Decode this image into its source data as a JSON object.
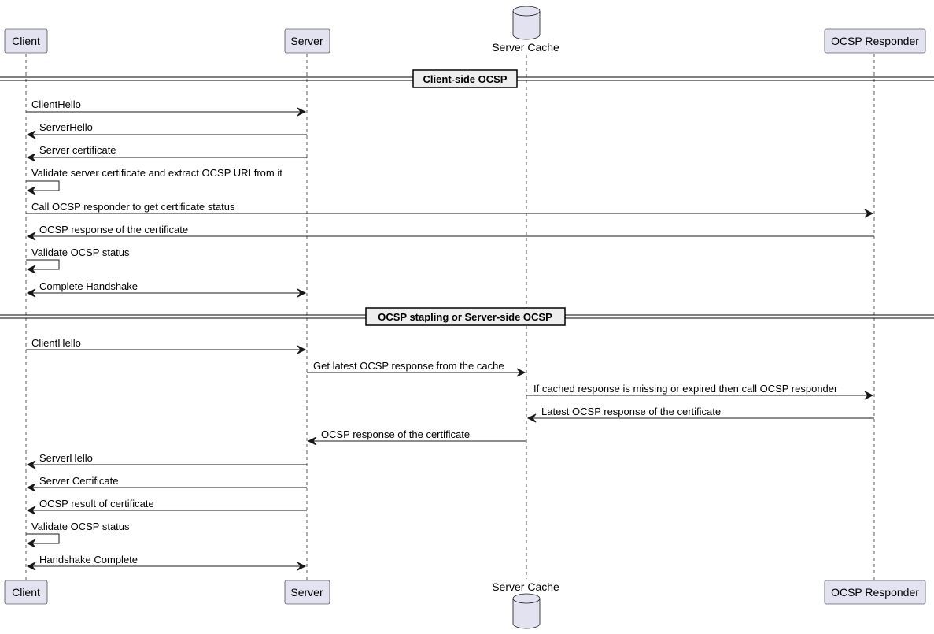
{
  "participants": [
    {
      "id": "client",
      "label": "Client",
      "kind": "box"
    },
    {
      "id": "server",
      "label": "Server",
      "kind": "box"
    },
    {
      "id": "cache",
      "label": "Server Cache",
      "kind": "database"
    },
    {
      "id": "ocsp",
      "label": "OCSP Responder",
      "kind": "box"
    }
  ],
  "dividers": [
    {
      "label": "Client-side OCSP"
    },
    {
      "label": "OCSP stapling or Server-side OCSP"
    }
  ],
  "messages": [
    {
      "from": "client",
      "to": "server",
      "label": "ClientHello"
    },
    {
      "from": "server",
      "to": "client",
      "label": "ServerHello"
    },
    {
      "from": "server",
      "to": "client",
      "label": "Server certificate"
    },
    {
      "from": "client",
      "to": "client",
      "label": "Validate server certificate and extract OCSP URI from it"
    },
    {
      "from": "client",
      "to": "ocsp",
      "label": "Call OCSP responder to get certificate status"
    },
    {
      "from": "ocsp",
      "to": "client",
      "label": "OCSP response of the certificate"
    },
    {
      "from": "client",
      "to": "client",
      "label": "Validate OCSP status"
    },
    {
      "from": "client",
      "to": "server",
      "label": "Complete Handshake",
      "bidirectional": true
    },
    {
      "from": "client",
      "to": "server",
      "label": "ClientHello"
    },
    {
      "from": "server",
      "to": "cache",
      "label": "Get latest OCSP response from the cache"
    },
    {
      "from": "cache",
      "to": "ocsp",
      "label": "If cached response is missing or expired then call OCSP responder"
    },
    {
      "from": "ocsp",
      "to": "cache",
      "label": "Latest OCSP response of the certificate"
    },
    {
      "from": "cache",
      "to": "server",
      "label": "OCSP response of the certificate"
    },
    {
      "from": "server",
      "to": "client",
      "label": "ServerHello"
    },
    {
      "from": "server",
      "to": "client",
      "label": "Server Certificate"
    },
    {
      "from": "server",
      "to": "client",
      "label": "OCSP result of certificate"
    },
    {
      "from": "client",
      "to": "client",
      "label": "Validate OCSP status"
    },
    {
      "from": "client",
      "to": "server",
      "label": "Handshake Complete",
      "bidirectional": true
    }
  ],
  "colors": {
    "participant_fill": "#e2e2f0",
    "line": "#181818",
    "divider_fill": "#eeeeee"
  }
}
